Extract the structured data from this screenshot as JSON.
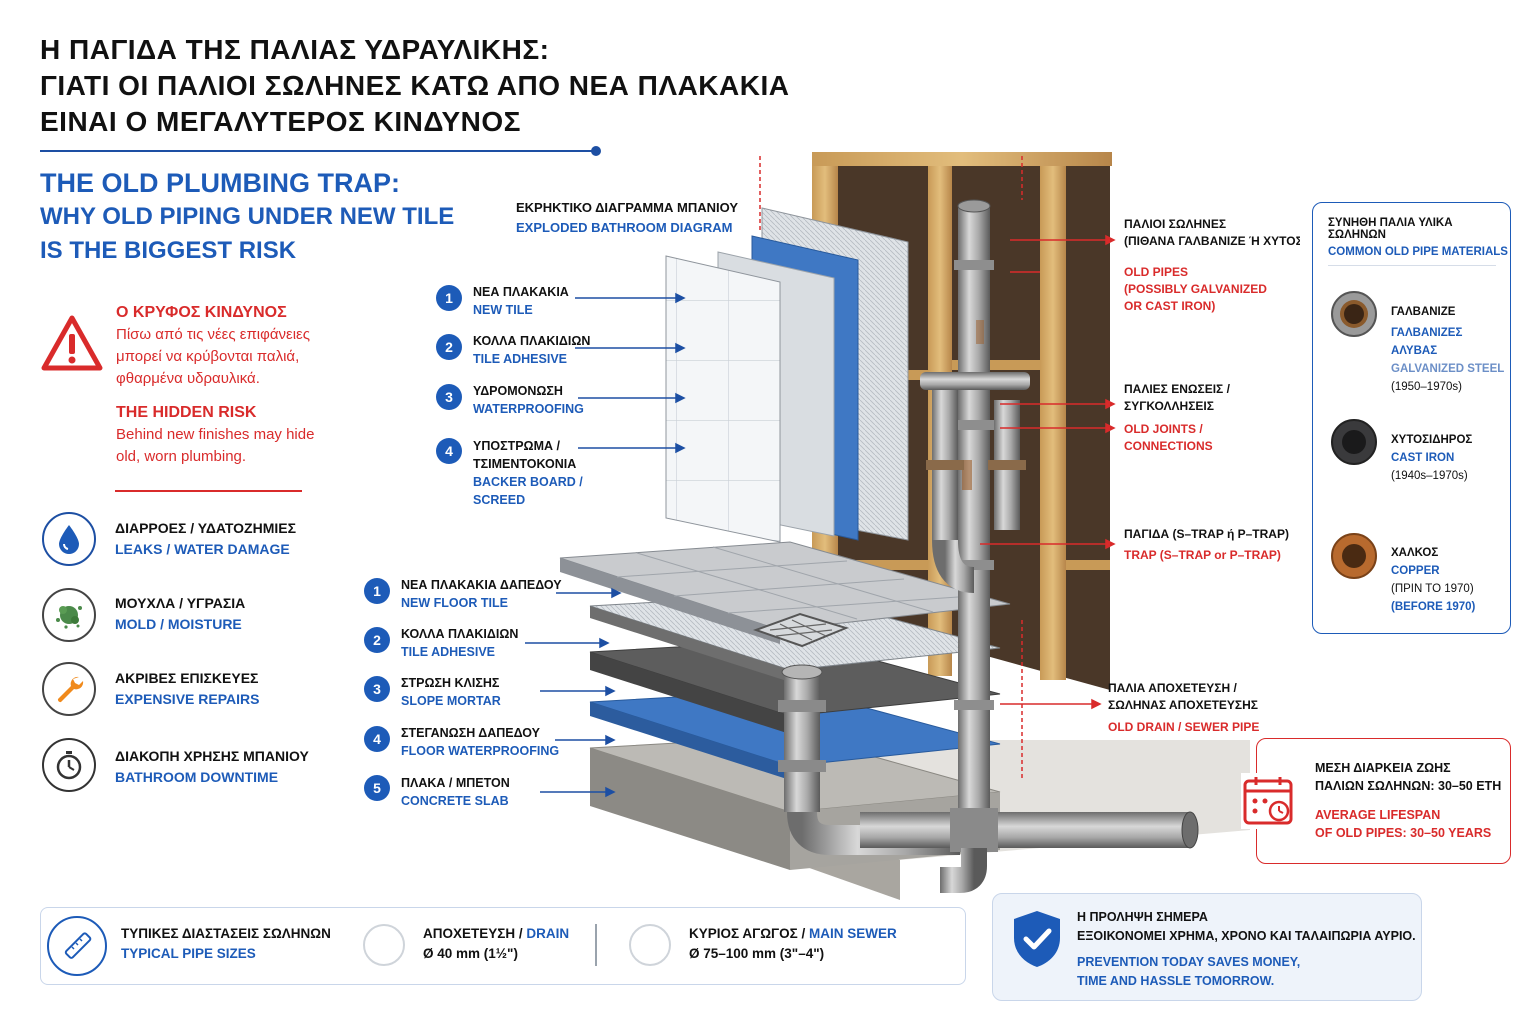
{
  "title": {
    "greek_lines": [
      "Η ΠΑΓΙΔΑ ΤΗΣ ΠΑΛΙΑΣ ΥΔΡΑΥΛΙΚΗΣ:",
      "ΓΙΑΤΙ ΟΙ ΠΑΛΙΟΙ ΣΩΛΗΝΕΣ ΚΑΤΩ ΑΠΟ ΝΕΑ ΠΛΑΚΑΚΙΑ",
      "ΕΙΝΑΙ Ο ΜΕΓΑΛΥΤΕΡΟΣ ΚΙΝΔΥΝΟΣ"
    ],
    "english_lines": [
      "THE OLD PLUMBING TRAP:",
      "WHY OLD PIPING UNDER NEW TILE",
      "IS THE BIGGEST RISK"
    ]
  },
  "hidden_risk": {
    "gr_title": "Ο ΚΡΥΦΟΣ ΚΙΝΔΥΝΟΣ",
    "gr_text": [
      "Πίσω από τις νέες επιφάνειες",
      "μπορεί να κρύβονται παλιά,",
      "φθαρμένα υδραυλικά."
    ],
    "en_title": "THE HIDDEN RISK",
    "en_text": [
      "Behind new finishes may hide",
      "old, worn plumbing."
    ]
  },
  "issues": [
    {
      "gr": "ΔΙΑΡΡΟΕΣ / ΥΔΑΤΟΖΗΜΙΕΣ",
      "en": "LEAKS / WATER DAMAGE",
      "icon": "water-drop-icon"
    },
    {
      "gr": "ΜΟΥΧΛΑ / ΥΓΡΑΣΙΑ",
      "en": "MOLD / MOISTURE",
      "icon": "mold-icon"
    },
    {
      "gr": "ΑΚΡΙΒΕΣ ΕΠΙΣΚΕΥΕΣ",
      "en": "EXPENSIVE REPAIRS",
      "icon": "wrench-icon"
    },
    {
      "gr": "ΔΙΑΚΟΠΗ ΧΡΗΣΗΣ ΜΠΑΝΙΟΥ",
      "en": "BATHROOM DOWNTIME",
      "icon": "stopwatch-icon"
    }
  ],
  "diagram": {
    "gr_title": "ΕΚΡΗΚΤΙΚΟ ΔΙΑΓΡΑΜΜΑ ΜΠΑΝΙΟΥ",
    "en_title": "EXPLODED BATHROOM DIAGRAM"
  },
  "wall_layers": [
    {
      "num": "1",
      "gr": "ΝΕΑ ΠΛΑΚΑΚΙΑ",
      "en": "NEW TILE"
    },
    {
      "num": "2",
      "gr": "ΚΟΛΛΑ ΠΛΑΚΙΔΙΩΝ",
      "en": "TILE ADHESIVE"
    },
    {
      "num": "3",
      "gr": "ΥΔΡΟΜΟΝΩΣΗ",
      "en": "WATERPROOFING"
    },
    {
      "num": "4",
      "gr": "ΥΠΟΣΤΡΩΜΑ /",
      "gr2": "ΤΣΙΜΕΝΤΟΚΟΝΙΑ",
      "en": "BACKER BOARD /",
      "en2": "SCREED"
    }
  ],
  "floor_layers": [
    {
      "num": "1",
      "gr": "ΝΕΑ ΠΛΑΚΑΚΙΑ ΔΑΠΕΔΟΥ",
      "en": "NEW FLOOR TILE"
    },
    {
      "num": "2",
      "gr": "ΚΟΛΛΑ ΠΛΑΚΙΔΙΩΝ",
      "en": "TILE ADHESIVE"
    },
    {
      "num": "3",
      "gr": "ΣΤΡΩΣΗ ΚΛΙΣΗΣ",
      "en": "SLOPE MORTAR"
    },
    {
      "num": "4",
      "gr": "ΣΤΕΓΑΝΩΣΗ ΔΑΠΕΔΟΥ",
      "en": "FLOOR WATERPROOFING"
    },
    {
      "num": "5",
      "gr": "ΠΛΑΚΑ / ΜΠΕΤΟΝ",
      "en": "CONCRETE SLAB"
    }
  ],
  "pipe_labels": [
    {
      "gr": [
        "ΠΑΛΙΟΙ ΣΩΛΗΝΕΣ",
        "(ΠΙΘΑΝΑ ΓΑΛΒΑΝΙΖΕ Ή ΧΥΤΟΣΙΔ"
      ],
      "en": [
        "OLD PIPES",
        "(POSSIBLY GALVANIZED",
        "OR CAST IRON)"
      ]
    },
    {
      "gr": [
        "ΠΑΛΙΕΣ ΕΝΩΣΕΙΣ /",
        "ΣΥΓΚΟΛΛΗΣΕΙΣ"
      ],
      "en": [
        "OLD JOINTS /",
        "CONNECTIONS"
      ]
    },
    {
      "gr": [
        "ΠΑΓΙΔΑ (S–TRAP ή P–TRAP)"
      ],
      "en": [
        "TRAP (S–TRAP or P–TRAP)"
      ]
    },
    {
      "gr": [
        "ΠΑΛΙΑ ΑΠΟΧΕΤΕΥΣΗ /",
        "ΣΩΛΗΝΑΣ ΑΠΟΧΕΤΕΥΣΗΣ"
      ],
      "en": [
        "OLD DRAIN / SEWER PIPE"
      ]
    }
  ],
  "materials": {
    "gr_title": "ΣΥΝΗΘΗ ΠΑΛΙΑ ΥΛΙΚΑ ΣΩΛΗΝΩΝ",
    "en_title": "COMMON OLD PIPE MATERIALS",
    "items": [
      {
        "gr": "ΓΑΛΒΑΝΙΖΕ",
        "gr2": "ΓΑΛΒΑΝΙΖΕΣ ΑΛΥΒΑΣ",
        "en": "GALVANIZED STEEL",
        "years": "(1950–1970s)",
        "color": "#9a9a9a"
      },
      {
        "gr": "ΧΥΤΟΣΙΔΗΡΟΣ",
        "en": "CAST IRON",
        "years": "(1940s–1970s)",
        "color": "#3a3a3c"
      },
      {
        "gr": "ΧΑΛΚΟΣ",
        "en": "COPPER",
        "years": "(ΠΡΙΝ ΤΟ 1970)",
        "years_en": "(BEFORE 1970)",
        "color": "#b86a2e"
      }
    ]
  },
  "lifespan": {
    "gr": [
      "ΜΕΣΗ ΔΙΑΡΚΕΙΑ ΖΩΗΣ",
      "ΠΑΛΙΩΝ ΣΩΛΗΝΩΝ: 30–50 ΕΤΗ"
    ],
    "en": [
      "AVERAGE LIFESPAN",
      "OF OLD PIPES: 30–50 YEARS"
    ]
  },
  "pipe_sizes": {
    "gr_title": "ΤΥΠΙΚΕΣ ΔΙΑΣΤΑΣΕΙΣ ΣΩΛΗΝΩΝ",
    "en_title": "TYPICAL PIPE SIZES",
    "drain_gr": "ΑΠΟΧΕΤΕΥΣΗ / ",
    "drain_en": "DRAIN",
    "drain_size": "Ø 40 mm (1½\")",
    "main_gr": "ΚΥΡΙΟΣ ΑΓΩΓΟΣ / ",
    "main_en": "MAIN SEWER",
    "main_size": "Ø 75–100 mm (3\"–4\")"
  },
  "prevention": {
    "gr": [
      "Η ΠΡΟΛΗΨΗ ΣΗΜΕΡΑ",
      "ΕΞΟΙΚΟΝΟΜΕΙ ΧΡΗΜΑ, ΧΡΟΝΟ ΚΑΙ ΤΑΛΑΙΠΩΡΙΑ ΑΥΡΙΟ."
    ],
    "en": [
      "PREVENTION TODAY SAVES MONEY,",
      "TIME AND HASSLE TOMORROW."
    ]
  },
  "colors": {
    "blue": "#1d5bb8",
    "red": "#d92b2b"
  }
}
